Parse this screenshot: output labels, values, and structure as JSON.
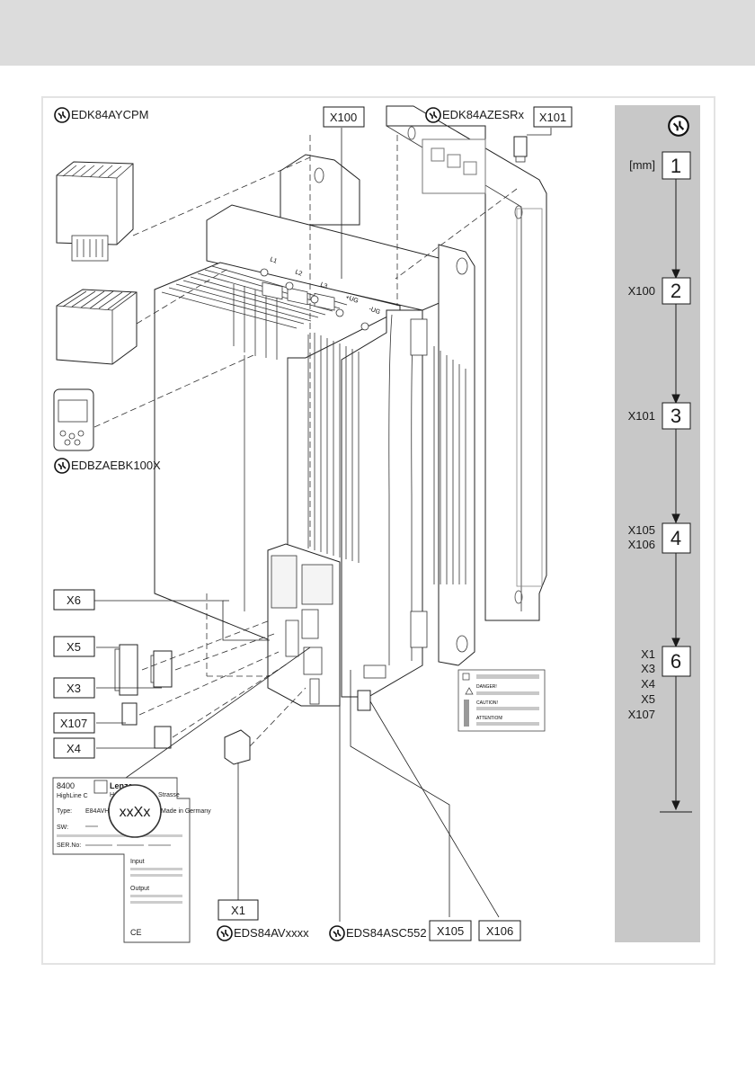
{
  "colors": {
    "top_bar": "#dcdcdc",
    "flow_panel": "#c8c8c8",
    "frame_border": "#e3e3e3"
  },
  "accessories": {
    "top_left_module": "EDK84AYCPM",
    "top_mount_kit": "EDK84AZESRx",
    "keypad": "EDBZAEBK100X",
    "bottom_drive": "EDS84AVxxxx",
    "bottom_docs": "EDS84ASC552"
  },
  "connectors": {
    "x100": "X100",
    "x101": "X101",
    "x6": "X6",
    "x5": "X5",
    "x3": "X3",
    "x107": "X107",
    "x4": "X4",
    "x1": "X1",
    "x105": "X105",
    "x106": "X106"
  },
  "nameplate": {
    "model": "8400",
    "series": "HighLine C",
    "brand": "Lenze",
    "addr_partial": "Hans-",
    "addr_partial2": "Strasse",
    "type_label": "Type:",
    "type_value": "E84AVHC",
    "zoom_text": "xxXx",
    "made_in": "Made in Germany",
    "sw_label": "SW:",
    "ser_label": "SER.No:",
    "input_label": "Input",
    "output_label": "Output",
    "ce": "CE"
  },
  "warning_label": {
    "danger": "DANGER!",
    "caution": "CAUTION!",
    "attention": "ATTENTION!"
  },
  "flow": {
    "steps": [
      {
        "labels": [
          "[mm]"
        ],
        "number": "1"
      },
      {
        "labels": [
          "X100"
        ],
        "number": "2"
      },
      {
        "labels": [
          "X101"
        ],
        "number": "3"
      },
      {
        "labels": [
          "X105",
          "X106"
        ],
        "number": "4"
      },
      {
        "labels": [
          "X1",
          "X3",
          "X4",
          "X5",
          "X107"
        ],
        "number": "6"
      }
    ]
  },
  "terminal_marks": [
    "L1",
    "L2",
    "L3",
    "+UG",
    "-UG"
  ]
}
